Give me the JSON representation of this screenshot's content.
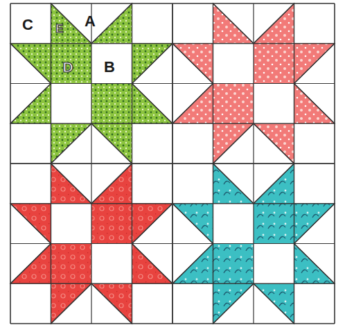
{
  "diagram": {
    "labels": [
      "C",
      "A",
      "E",
      "D",
      "B"
    ]
  }
}
